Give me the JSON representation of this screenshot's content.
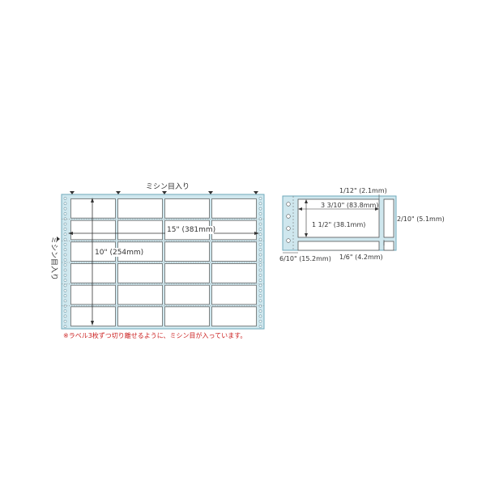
{
  "main_sheet": {
    "perforation_top_label": "ミシン目入り",
    "perforation_side_label": "ミシン目入り",
    "width_label": "15\" (381mm)",
    "height_label": "10\" (254mm)",
    "rows": 6,
    "cols": 4,
    "note": "※ラベル3枚ずつ切り離せるように、ミシン目が入っています。"
  },
  "detail": {
    "top_margin_label": "1/12\" (2.1mm)",
    "label_width_label": "3 3/10\" (83.8mm)",
    "label_height_label": "1 1/2\" (38.1mm)",
    "gap_label": "2/10\" (5.1mm)",
    "bottom_gap_label": "1/6\" (4.2mm)",
    "left_margin_label": "6/10\" (15.2mm)"
  },
  "colors": {
    "sheet_fill": "#cfe7ee",
    "sheet_border": "#6fa9bb",
    "label_fill": "#ffffff",
    "label_border": "#555555",
    "perforation": "#777777",
    "note_text": "#cc2222"
  }
}
